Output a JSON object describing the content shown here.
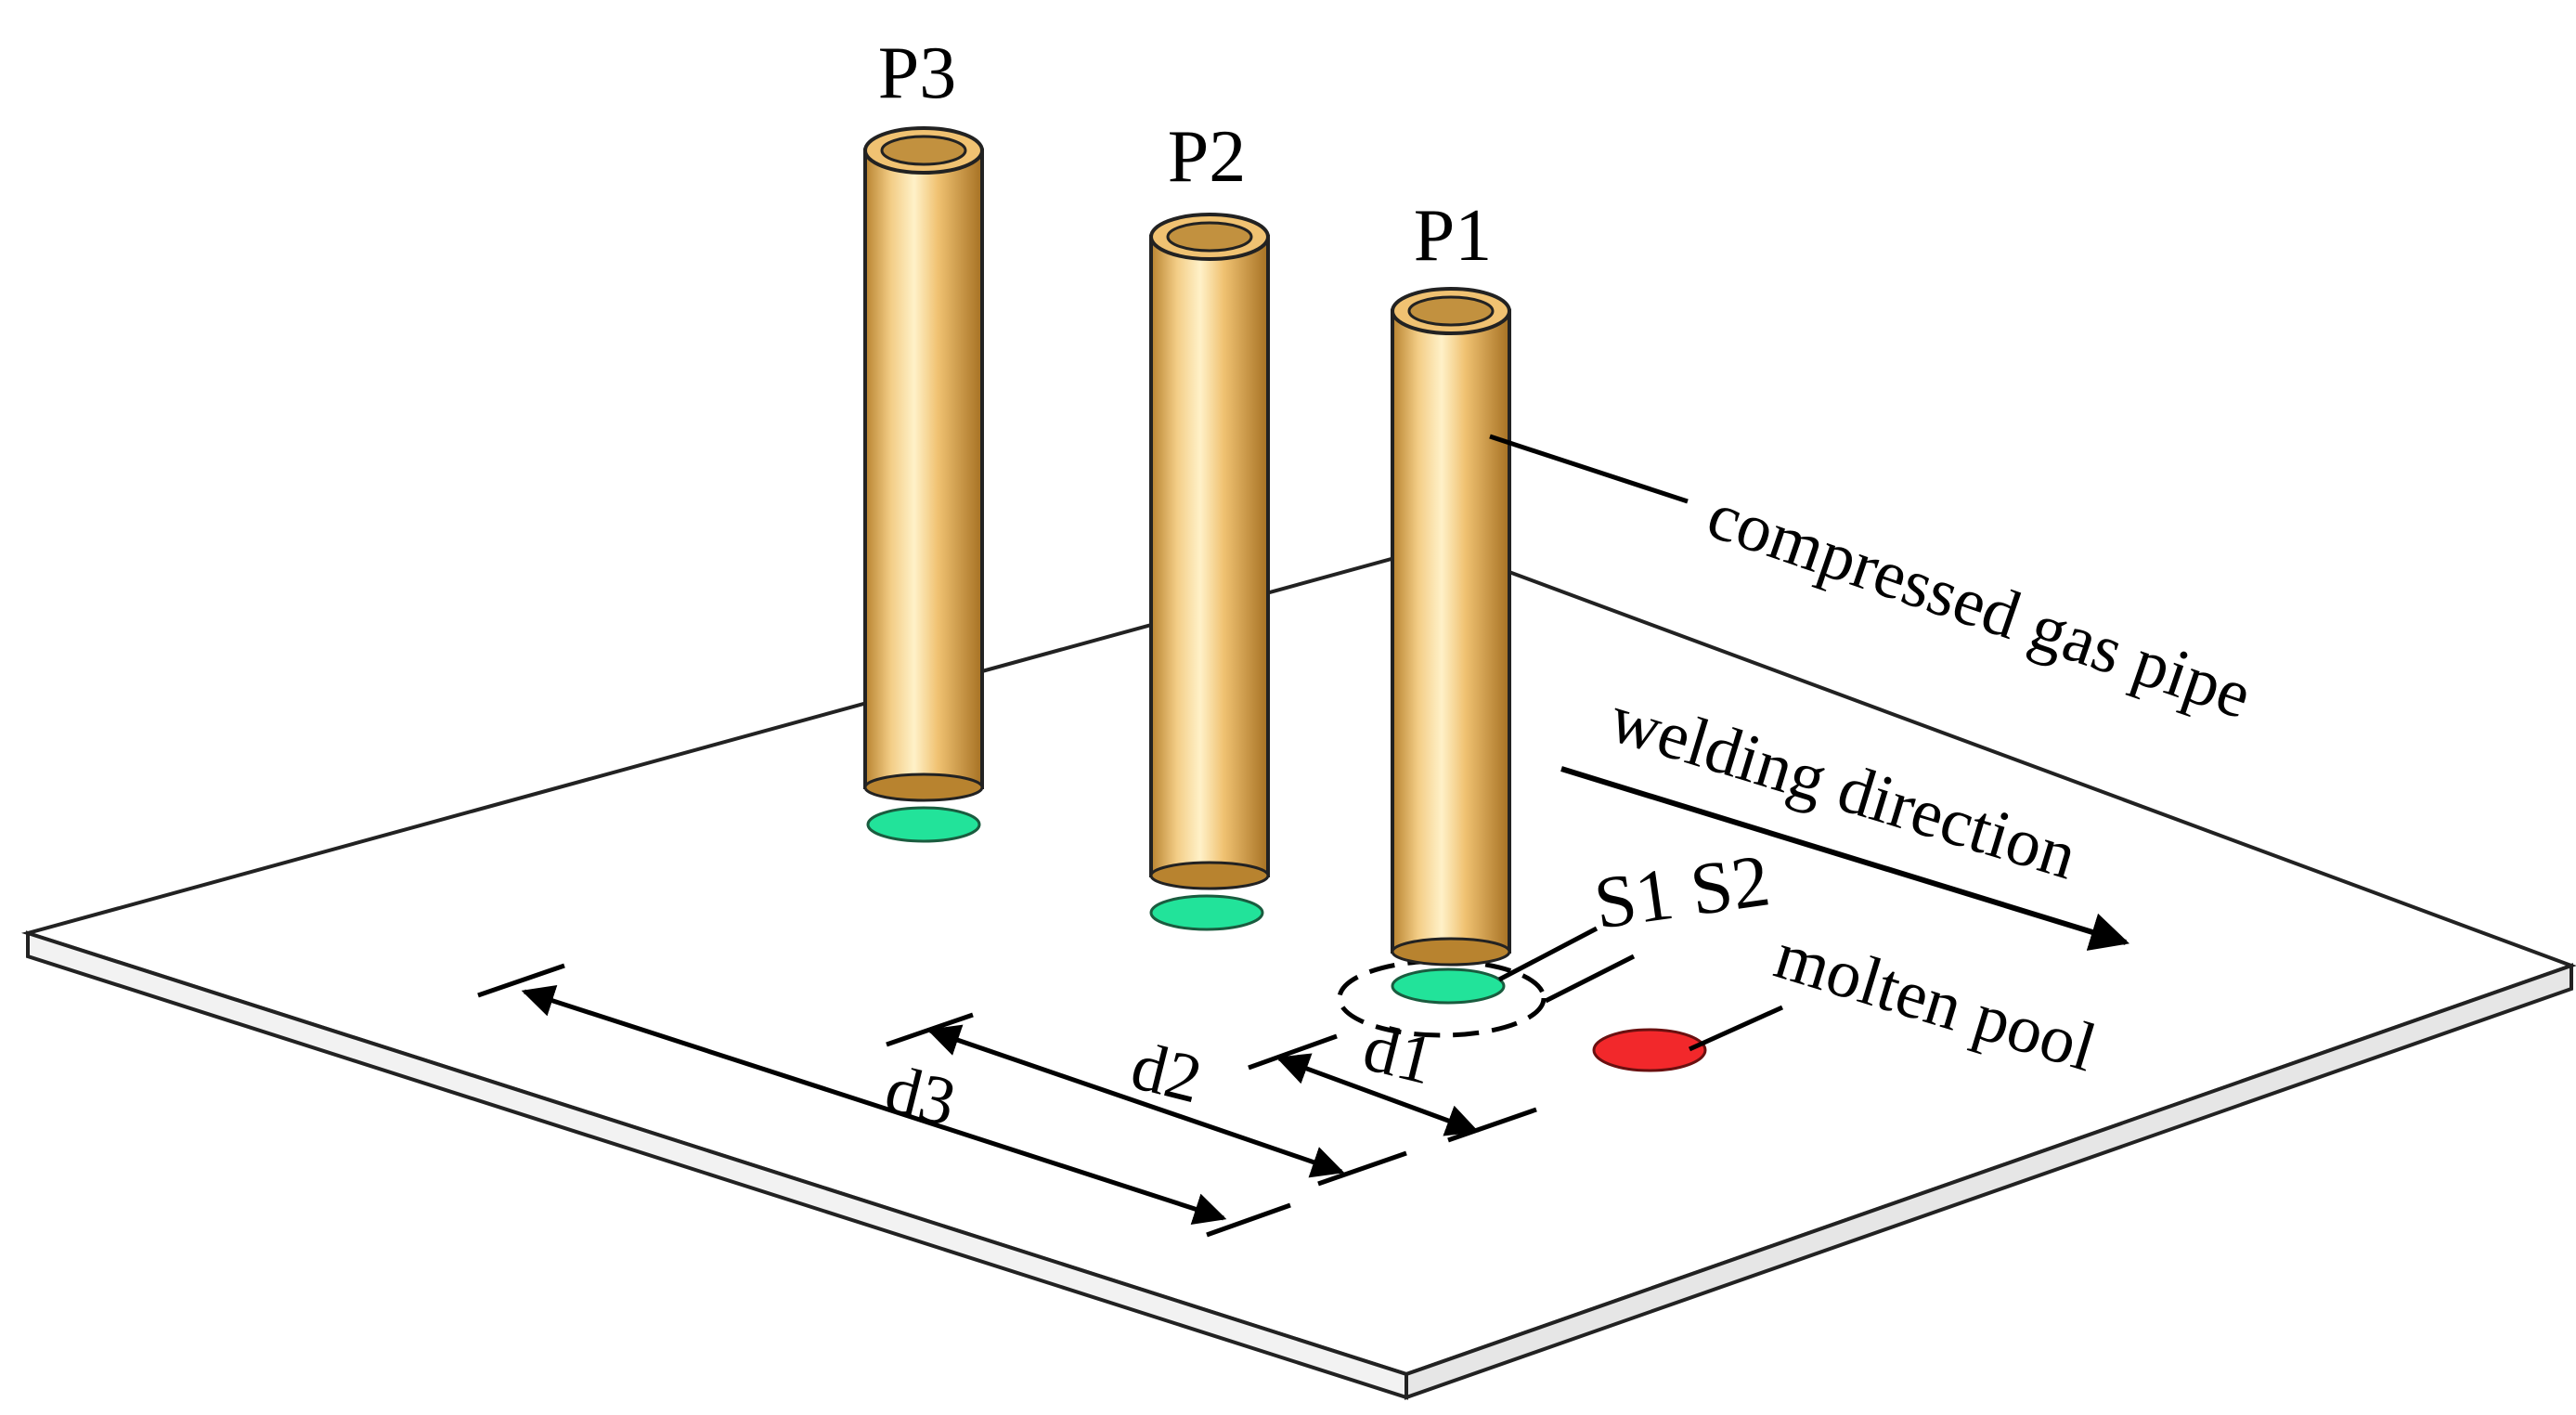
{
  "pipes": [
    {
      "label": "P3"
    },
    {
      "label": "P2"
    },
    {
      "label": "P1"
    }
  ],
  "annotations": {
    "pipe": "compressed gas pipe",
    "direction": "welding direction",
    "spots": "S1 S2",
    "pool": "molten pool"
  },
  "distances": {
    "d1": "d1",
    "d2": "d2",
    "d3": "d3"
  },
  "colors": {
    "pipe": "#e8b765",
    "spot": "#22e39a",
    "pool": "#f2282b",
    "plate": "#ffffff"
  }
}
